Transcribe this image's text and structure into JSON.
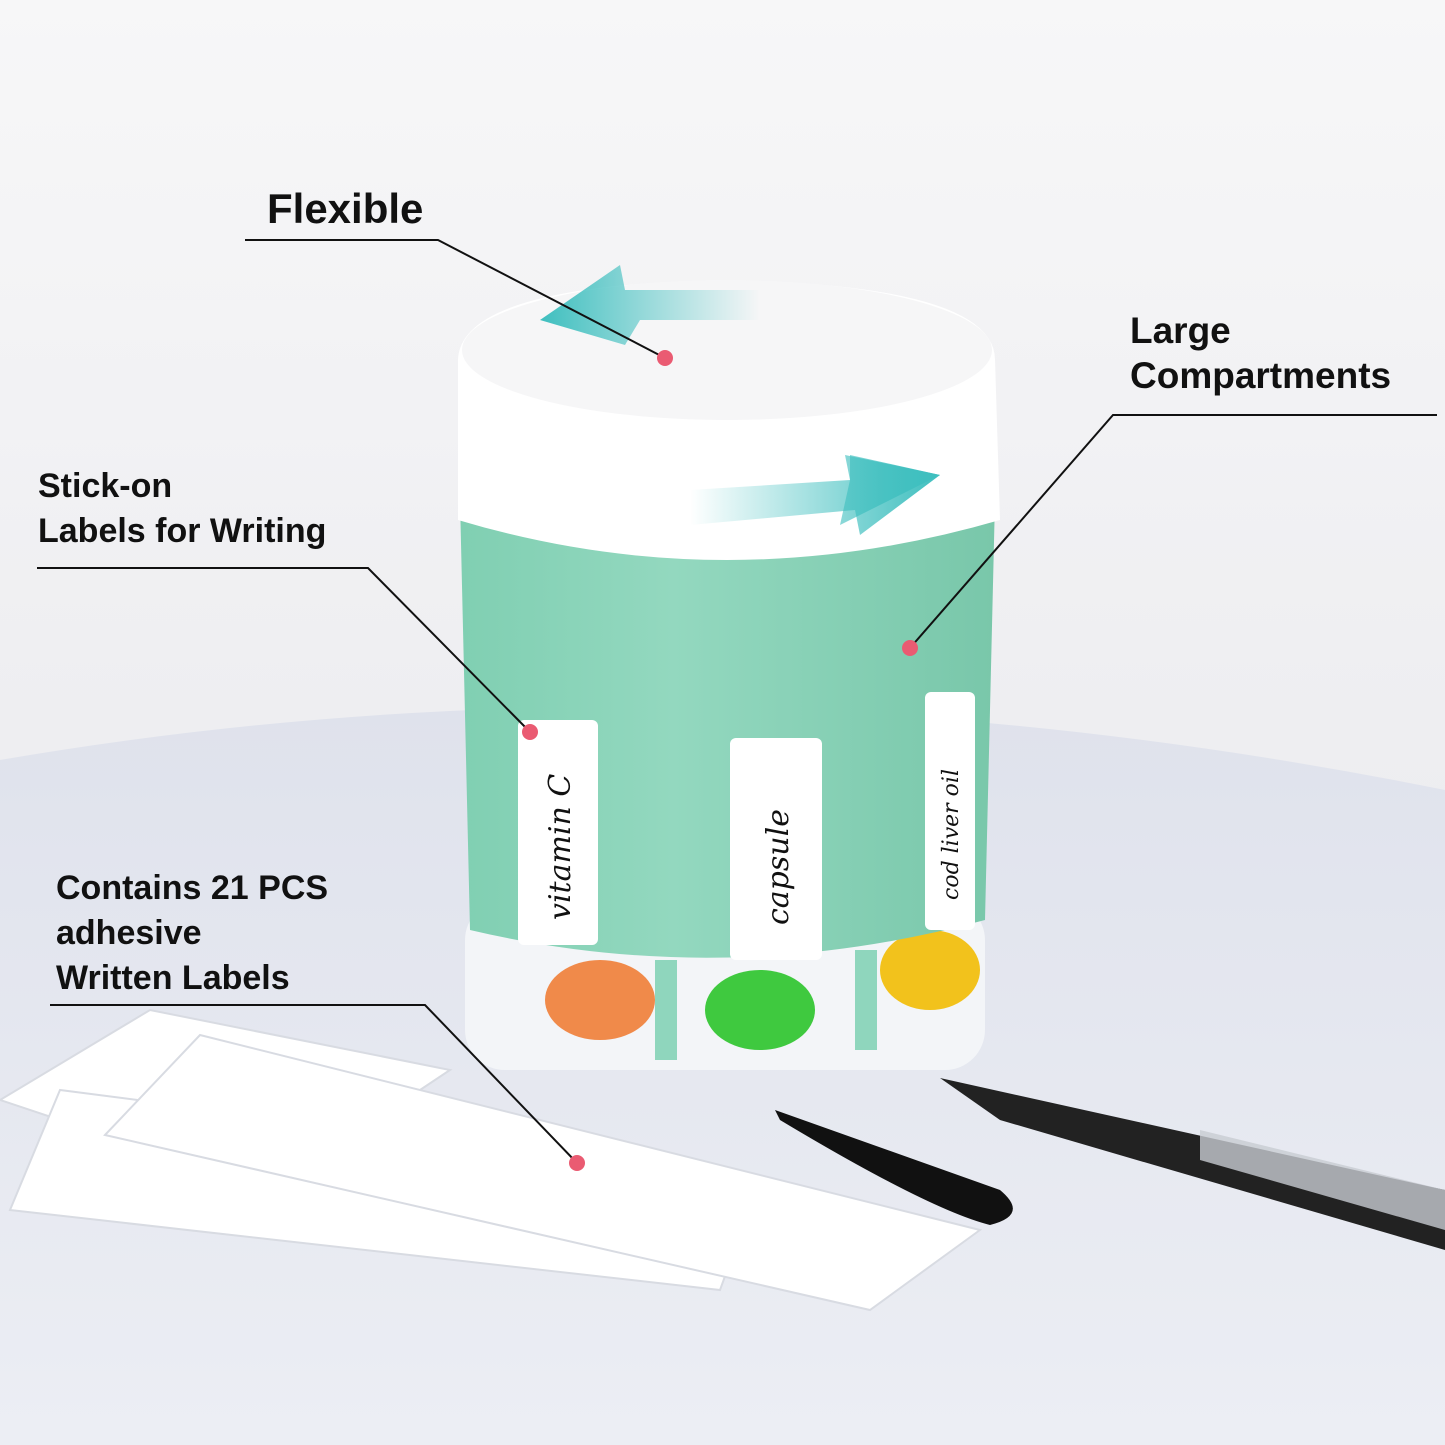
{
  "callouts": {
    "flexible": "Flexible",
    "large_compartments": [
      "Large",
      "Compartments"
    ],
    "stick_on_labels": [
      "Stick-on",
      "Labels for Writing"
    ],
    "contains_labels": [
      "Contains 21 PCS",
      "adhesive",
      "Written Labels"
    ]
  },
  "product_labels": {
    "left": "vitamin C",
    "center": "capsule",
    "right": "cod liver oil"
  },
  "colors": {
    "body_green": "#8fd6bd",
    "arrow_teal": "#3fbfbf",
    "dot_pink": "#ea5b72",
    "lid_white": "#ffffff"
  }
}
